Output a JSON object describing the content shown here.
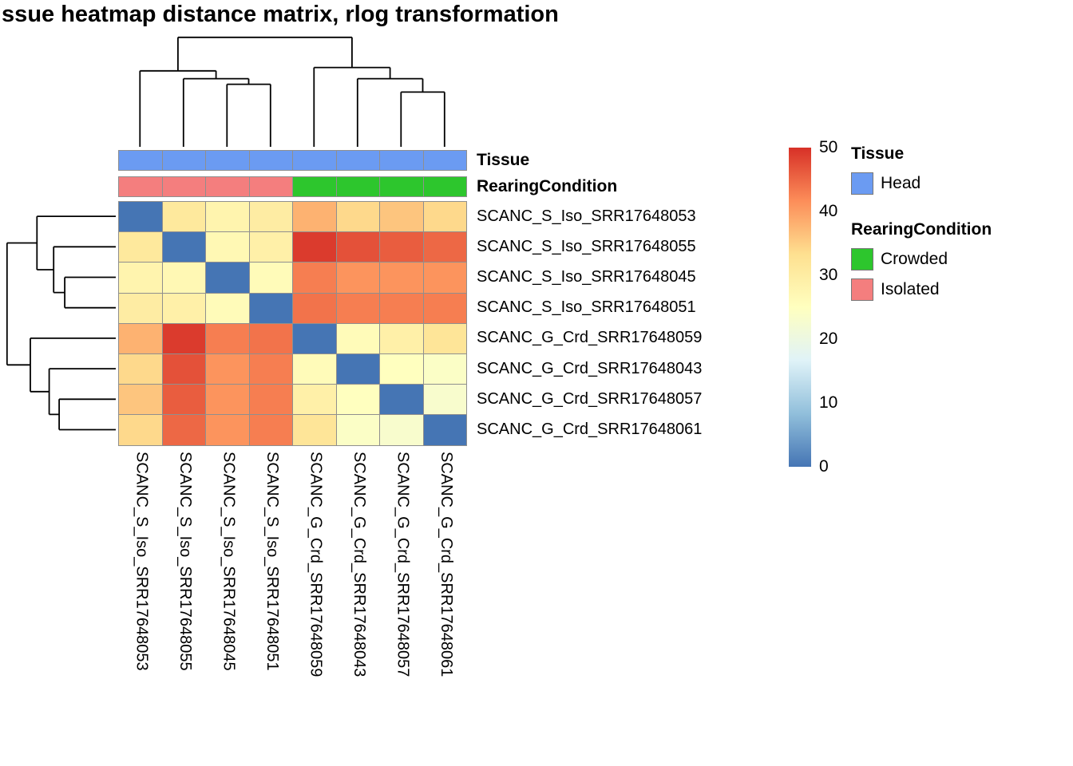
{
  "title": "issue heatmap distance matrix, rlog transformation",
  "annotations": {
    "tissue_label": "Tissue",
    "rearing_label": "RearingCondition"
  },
  "legend": {
    "scale_ticks": [
      50,
      40,
      30,
      20,
      10,
      0
    ],
    "tissue_title": "Tissue",
    "tissue_items": [
      {
        "label": "Head",
        "color": "#6B9BF2"
      }
    ],
    "rearing_title": "RearingCondition",
    "rearing_items": [
      {
        "label": "Crowded",
        "color": "#2DC62D"
      },
      {
        "label": "Isolated",
        "color": "#F47E7E"
      }
    ]
  },
  "chart_data": {
    "type": "heatmap",
    "title": "issue heatmap distance matrix, rlog transformation",
    "rows": [
      "SCANC_S_Iso_SRR17648053",
      "SCANC_S_Iso_SRR17648055",
      "SCANC_S_Iso_SRR17648045",
      "SCANC_S_Iso_SRR17648051",
      "SCANC_G_Crd_SRR17648059",
      "SCANC_G_Crd_SRR17648043",
      "SCANC_G_Crd_SRR17648057",
      "SCANC_G_Crd_SRR17648061"
    ],
    "cols": [
      "SCANC_S_Iso_SRR17648053",
      "SCANC_S_Iso_SRR17648055",
      "SCANC_S_Iso_SRR17648045",
      "SCANC_S_Iso_SRR17648051",
      "SCANC_G_Crd_SRR17648059",
      "SCANC_G_Crd_SRR17648043",
      "SCANC_G_Crd_SRR17648057",
      "SCANC_G_Crd_SRR17648061"
    ],
    "matrix": [
      [
        0,
        31,
        28,
        30,
        38,
        34,
        36,
        34
      ],
      [
        31,
        0,
        27,
        29,
        49,
        47,
        46,
        45
      ],
      [
        28,
        27,
        0,
        26,
        43,
        41,
        41,
        41
      ],
      [
        30,
        29,
        26,
        0,
        44,
        43,
        43,
        43
      ],
      [
        38,
        49,
        43,
        44,
        0,
        26,
        29,
        32
      ],
      [
        34,
        47,
        41,
        43,
        26,
        0,
        25,
        24
      ],
      [
        36,
        46,
        41,
        43,
        29,
        25,
        0,
        23
      ],
      [
        34,
        45,
        41,
        43,
        32,
        24,
        23,
        0
      ]
    ],
    "value_range": [
      0,
      50
    ],
    "color_scale": {
      "min": 0,
      "max": 50,
      "stops": [
        "#4575B4",
        "#91BFDB",
        "#E0F3F8",
        "#FFFFBF",
        "#FEE090",
        "#FC8D59",
        "#D73027"
      ]
    },
    "column_annotations": {
      "Tissue": [
        "Head",
        "Head",
        "Head",
        "Head",
        "Head",
        "Head",
        "Head",
        "Head"
      ],
      "RearingCondition": [
        "Isolated",
        "Isolated",
        "Isolated",
        "Isolated",
        "Crowded",
        "Crowded",
        "Crowded",
        "Crowded"
      ]
    },
    "annotation_colors": {
      "Head": "#6B9BF2",
      "Crowded": "#2DC62D",
      "Isolated": "#F47E7E"
    },
    "col_dendrogram": {
      "h": 0.98,
      "children": [
        {
          "h": 0.68,
          "children": [
            {
              "leaf": 0
            },
            {
              "h": 0.61,
              "children": [
                {
                  "leaf": 1
                },
                {
                  "h": 0.56,
                  "children": [
                    {
                      "leaf": 2
                    },
                    {
                      "leaf": 3
                    }
                  ]
                }
              ]
            }
          ]
        },
        {
          "h": 0.71,
          "children": [
            {
              "leaf": 4
            },
            {
              "h": 0.61,
              "children": [
                {
                  "leaf": 5
                },
                {
                  "h": 0.49,
                  "children": [
                    {
                      "leaf": 6
                    },
                    {
                      "leaf": 7
                    }
                  ]
                }
              ]
            }
          ]
        }
      ]
    },
    "row_dendrogram": {
      "h": 0.98,
      "children": [
        {
          "h": 0.71,
          "children": [
            {
              "leaf": 0
            },
            {
              "h": 0.56,
              "children": [
                {
                  "leaf": 1
                },
                {
                  "h": 0.46,
                  "children": [
                    {
                      "leaf": 2
                    },
                    {
                      "leaf": 3
                    }
                  ]
                }
              ]
            }
          ]
        },
        {
          "h": 0.77,
          "children": [
            {
              "leaf": 4
            },
            {
              "h": 0.6,
              "children": [
                {
                  "leaf": 5
                },
                {
                  "h": 0.51,
                  "children": [
                    {
                      "leaf": 6
                    },
                    {
                      "leaf": 7
                    }
                  ]
                }
              ]
            }
          ]
        }
      ]
    },
    "legend_position": "right",
    "grid": true
  }
}
